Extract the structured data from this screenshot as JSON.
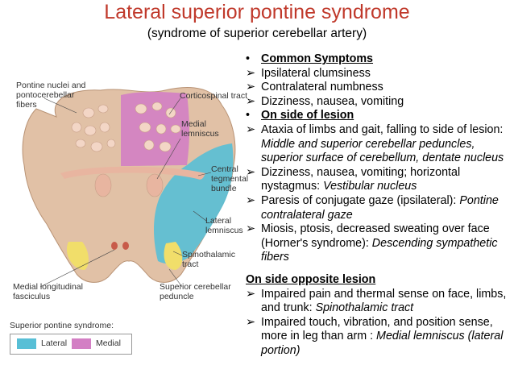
{
  "slide": {
    "title": "Lateral superior pontine syndrome",
    "subtitle": "(syndrome of superior cerebellar artery)",
    "colors": {
      "title": "#c0392b",
      "lateral": "#58bfd6",
      "medial": "#d37fc4",
      "tract_yellow": "#f1de6a",
      "nucleus": "#e8b5a0",
      "tissue": "#e1c1a6",
      "text": "#000000"
    }
  },
  "figure": {
    "labels": {
      "pontine_nuclei": "Pontine nuclei and pontocerebellar fibers",
      "corticospinal": "Corticospinal tract",
      "medial_lemniscus": "Medial lemniscus",
      "central_tegmental": "Central tegmental bundle",
      "lateral_lemniscus": "Lateral lemniscus",
      "spinothalamic": "Spinothalamic tract",
      "mlf": "Medial longitudinal fasciculus",
      "sup_cerebellar_peduncle": "Superior cerebellar peduncle"
    },
    "legend": {
      "title": "Superior pontine syndrome:",
      "lateral": "Lateral",
      "medial": "Medial"
    }
  },
  "content": {
    "common_symptoms": "Common Symptoms",
    "s1": "Ipsilateral clumsiness",
    "s2": "Contralateral numbness",
    "s3": "Dizziness, nausea, vomiting",
    "same_side": "On side of lesion",
    "a1": "Ataxia of limbs and gait, falling to side of lesion: ",
    "a1_i": "Middle and superior cerebellar peduncles, superior surface of cerebellum, dentate nucleus",
    "a2": "Dizziness, nausea, vomiting; horizontal nystagmus: ",
    "a2_i": "Vestibular nucleus",
    "a3": "Paresis of conjugate gaze (ipsilateral): ",
    "a3_i": "Pontine contralateral gaze",
    "a4": "Miosis, ptosis, decreased sweating over face (Horner's syndrome): ",
    "a4_i": "Descending sympathetic fibers",
    "opposite": "On side opposite lesion",
    "b1": "Impaired pain and thermal sense on face, limbs, and trunk: ",
    "b1_i": "Spinothalamic tract",
    "b2": "Impaired touch, vibration, and position sense, more in leg than arm : ",
    "b2_i": "Medial lemniscus (lateral portion)"
  }
}
